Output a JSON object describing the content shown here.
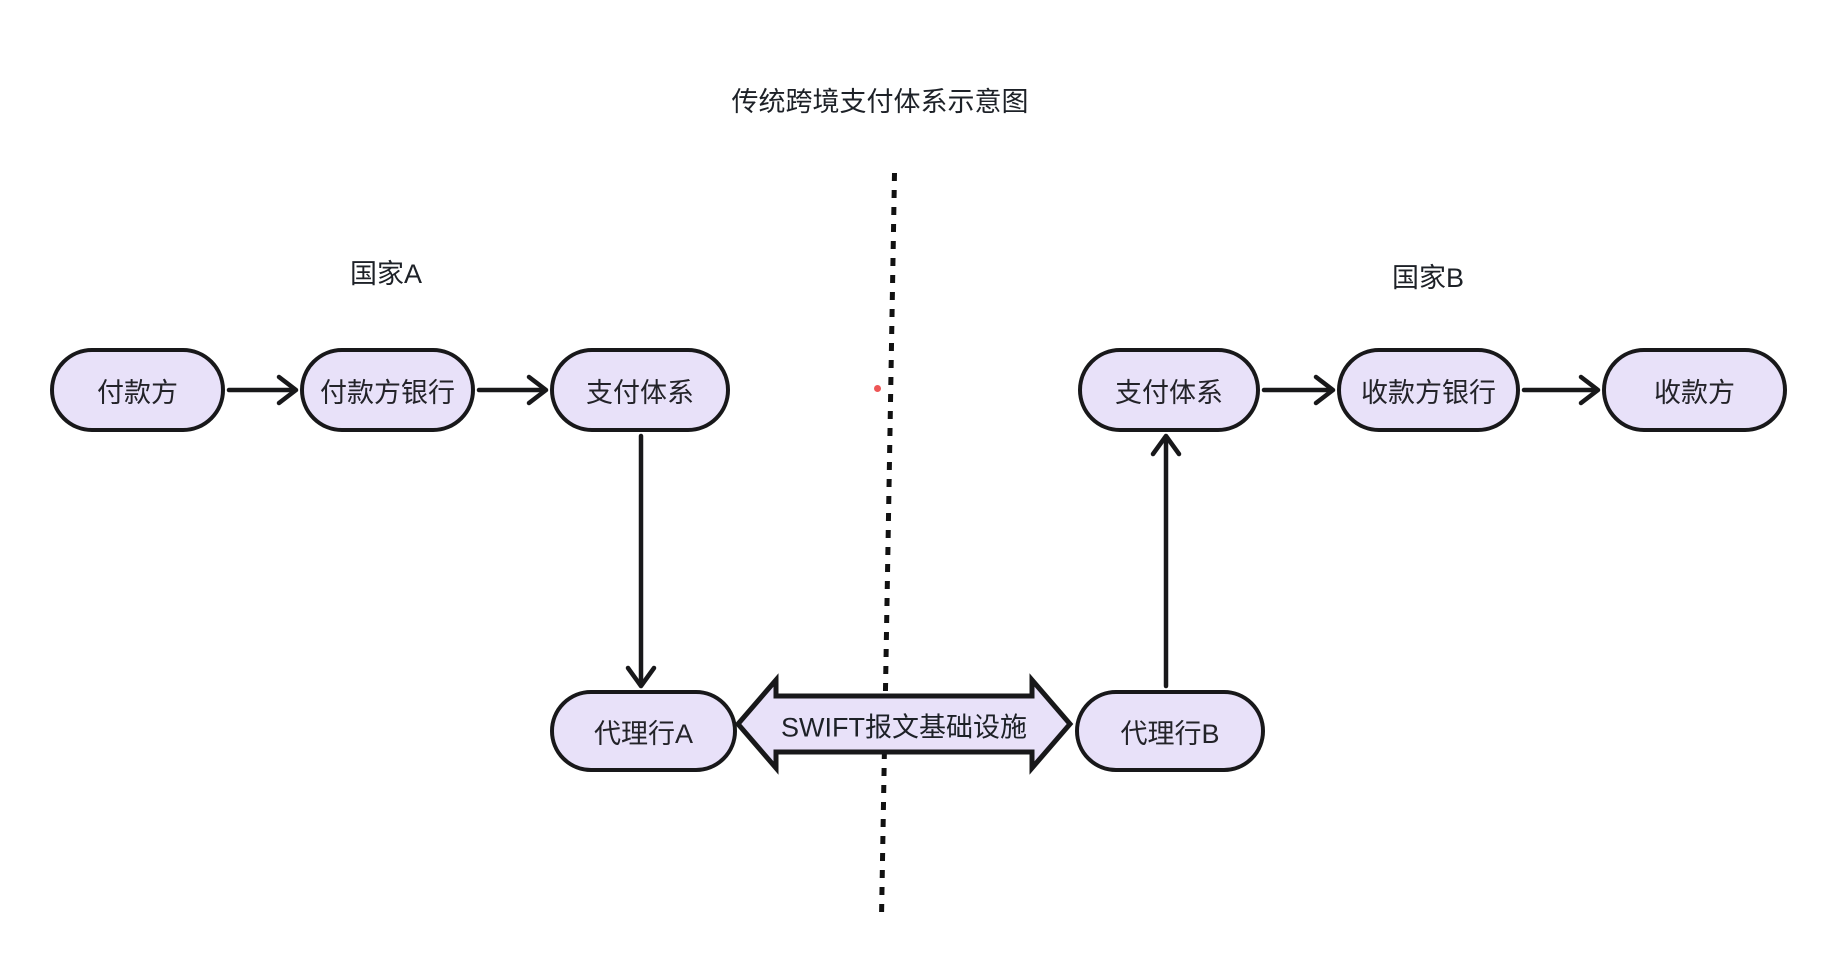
{
  "diagram": {
    "title": "传统跨境支付体系示意图",
    "regions": [
      {
        "id": "country-a",
        "label": "国家A"
      },
      {
        "id": "country-b",
        "label": "国家B"
      }
    ],
    "nodes": [
      {
        "id": "payer",
        "label": "付款方",
        "region": "country-a"
      },
      {
        "id": "payer-bank",
        "label": "付款方银行",
        "region": "country-a"
      },
      {
        "id": "payment-system-a",
        "label": "支付体系",
        "region": "country-a"
      },
      {
        "id": "correspondent-bank-a",
        "label": "代理行A",
        "region": "country-a"
      },
      {
        "id": "payment-system-b",
        "label": "支付体系",
        "region": "country-b"
      },
      {
        "id": "payee-bank",
        "label": "收款方银行",
        "region": "country-b"
      },
      {
        "id": "payee",
        "label": "收款方",
        "region": "country-b"
      },
      {
        "id": "correspondent-bank-b",
        "label": "代理行B",
        "region": "country-b"
      }
    ],
    "edges": [
      {
        "from": "payer",
        "to": "payer-bank",
        "style": "open-arrow"
      },
      {
        "from": "payer-bank",
        "to": "payment-system-a",
        "style": "open-arrow"
      },
      {
        "from": "payment-system-a",
        "to": "correspondent-bank-a",
        "style": "open-arrow"
      },
      {
        "from": "correspondent-bank-a",
        "to": "correspondent-bank-b",
        "style": "block-double-arrow",
        "label": "SWIFT报文基础设施"
      },
      {
        "from": "correspondent-bank-b",
        "to": "payment-system-b",
        "style": "open-arrow"
      },
      {
        "from": "payment-system-b",
        "to": "payee-bank",
        "style": "open-arrow"
      },
      {
        "from": "payee-bank",
        "to": "payee",
        "style": "open-arrow"
      }
    ],
    "connector_label": "SWIFT报文基础设施",
    "colors": {
      "background": "#ffffff",
      "node_fill": "#e8e1f9",
      "node_border": "#18181a",
      "arrow_stroke": "#18181a",
      "divider": "#111111",
      "red_dot": "#ee5656",
      "text": "#1d2127"
    }
  }
}
